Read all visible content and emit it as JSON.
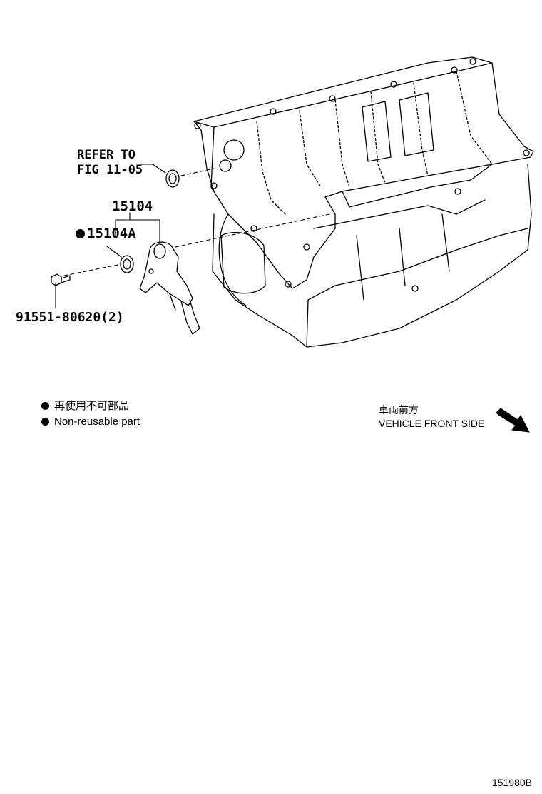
{
  "callouts": {
    "refer_line1": "REFER TO",
    "refer_line2": "FIG 11-05",
    "sensor_part": "15104",
    "gasket_part": "15104A",
    "bolt_part": "91551-80620(2)"
  },
  "legend": {
    "line_jp": "再使用不可部品",
    "line_en": "Non-reusable part"
  },
  "direction": {
    "line_jp": "車両前方",
    "line_en": "VEHICLE FRONT SIDE"
  },
  "figure_number": "151980B"
}
